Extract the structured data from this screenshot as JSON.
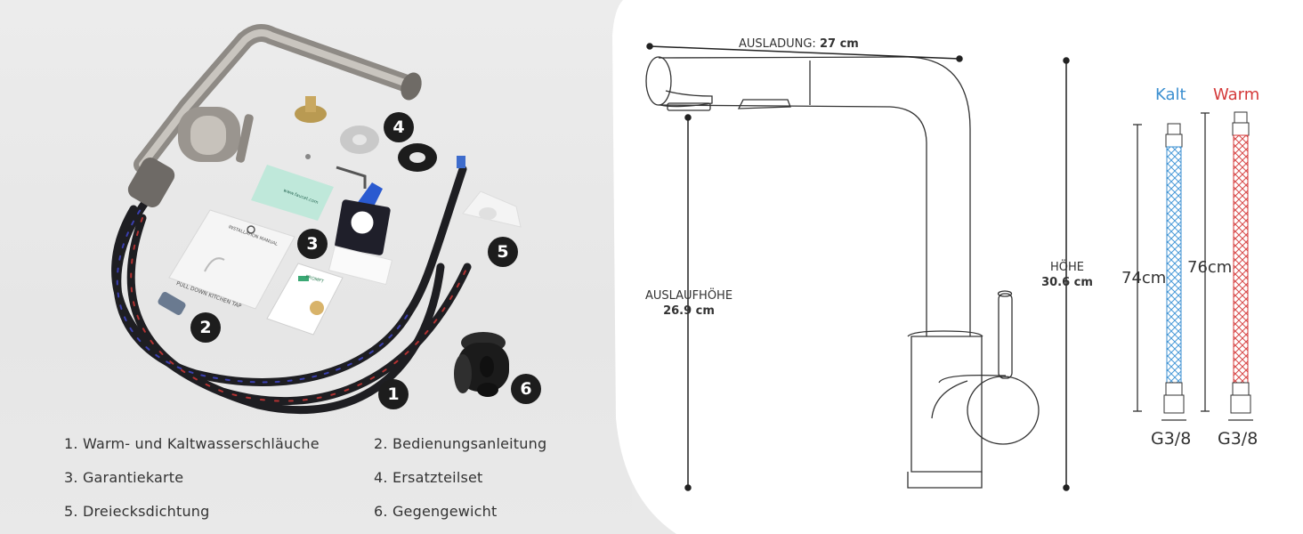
{
  "contents": {
    "items": [
      "1. Warm- und Kaltwasserschläuche",
      "2. Bedienungsanleitung",
      "3. Garantiekarte",
      "4. Ersatzteilset",
      "5. Dreiecksdichtung",
      "6. Gegengewicht"
    ],
    "badges": [
      "1",
      "2",
      "3",
      "4",
      "5",
      "6"
    ]
  },
  "drawing": {
    "reach_label": "AUSLADUNG:",
    "reach_value": "27 cm",
    "spout_height_label": "AUSLAUFHÖHE",
    "spout_height_value": "26.9 cm",
    "height_label": "HÖHE",
    "height_value": "30.6 cm"
  },
  "hoses": {
    "cold_label": "Kalt",
    "warm_label": "Warm",
    "cold_length": "74cm",
    "warm_length": "76cm",
    "cold_thread": "G3/8",
    "warm_thread": "G3/8",
    "cold_color": "#3b8fd0",
    "warm_color": "#d43a3a"
  },
  "manual_text": {
    "install_title": "INSTALLATION MANUAL",
    "product_line": "PULL DOWN KITCHEN TAP",
    "prompt": "PROMPT"
  }
}
